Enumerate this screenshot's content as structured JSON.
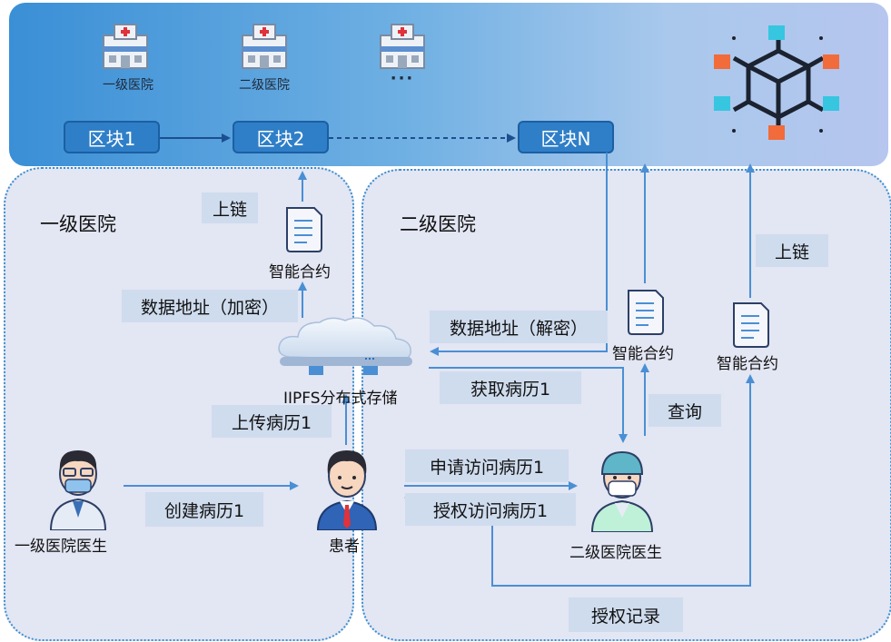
{
  "chain": {
    "hospitals": [
      "一级医院",
      "二级医院",
      "···"
    ],
    "blocks": [
      "区块1",
      "区块2",
      "区块N"
    ],
    "network_icon": "blockchain-network-icon"
  },
  "regions": {
    "primary_title": "一级医院",
    "secondary_title": "二级医院"
  },
  "nodes": {
    "contract": "智能合约",
    "ipfs": "IIPFS分布式存储",
    "patient": "患者",
    "primary_doctor": "一级医院医生",
    "secondary_doctor": "二级医院医生"
  },
  "labels": {
    "uplink": "上链",
    "data_address_encrypted": "数据地址（加密）",
    "data_address_decrypted": "数据地址（解密）",
    "get_record": "获取病历1",
    "query": "查询",
    "upload_record": "上传病历1",
    "create_record": "创建病历1",
    "apply_access": "申请访问病历1",
    "authorize_access": "授权访问病历1",
    "authorization_log": "授权记录"
  },
  "colors": {
    "chain_start": "#3a8fd6",
    "chain_end": "#b6c6ee",
    "region_fill": "#e3e6f3",
    "label_fill": "#cfdcee",
    "arrow": "#4a8fd4",
    "accent_orange": "#f26b3a",
    "accent_cyan": "#36c6e0"
  }
}
